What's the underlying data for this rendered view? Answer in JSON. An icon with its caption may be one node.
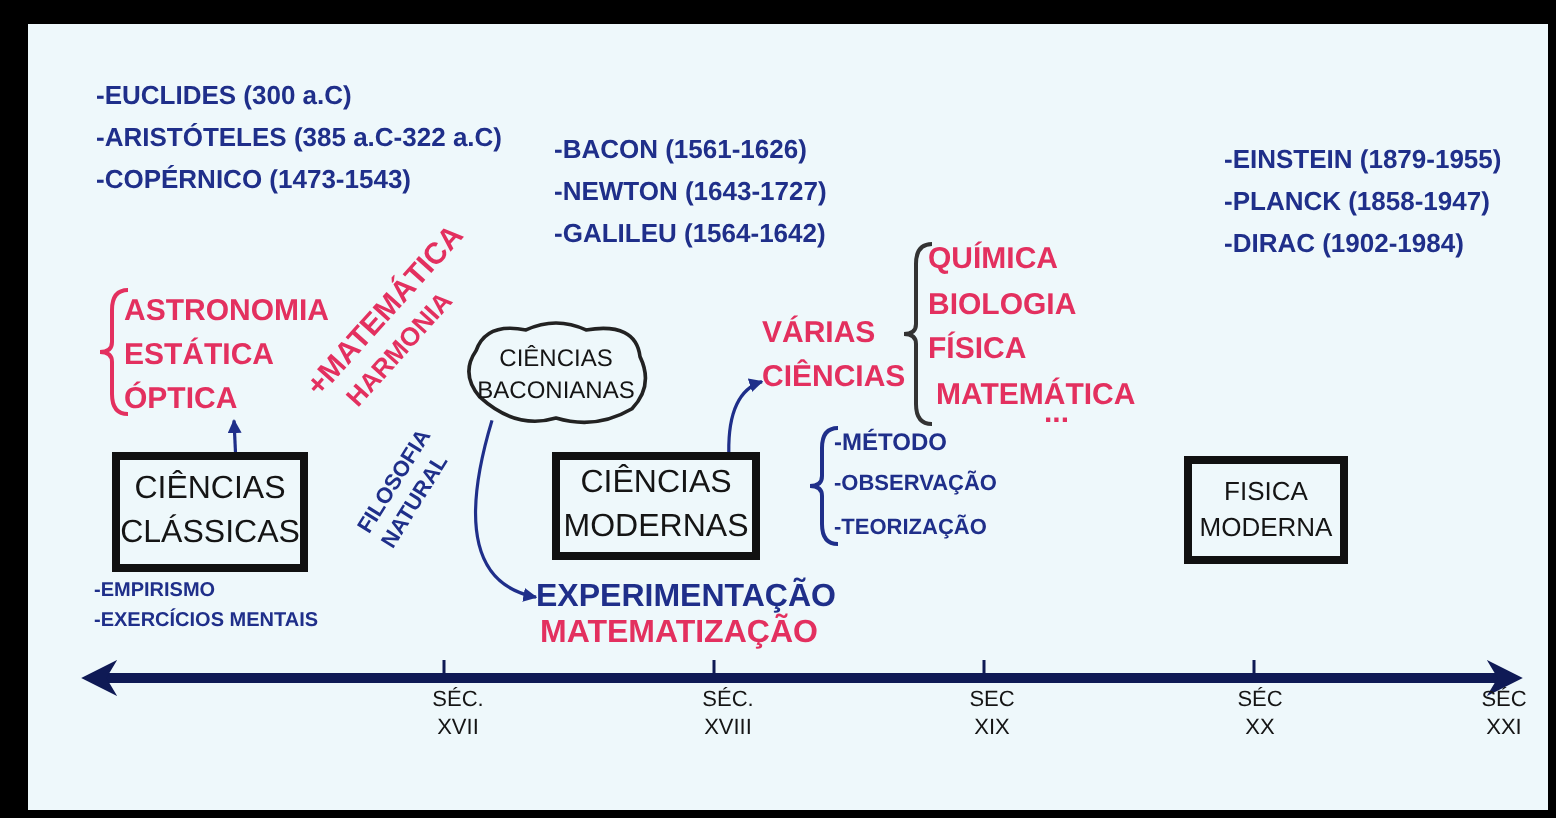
{
  "diagram": {
    "nodes": [
      {
        "text": [
          "CIÊNCIAS CLÁSSICAS"
        ]
      },
      {
        "text": [
          "ASTRONOMIA",
          "ESTÁTICA",
          "ÓPTICA"
        ]
      },
      {
        "text": [
          "CIÊNCIAS BACONIANAS"
        ]
      },
      {
        "text": [
          "EXPERIMENTAÇÃO"
        ]
      },
      {
        "text": [
          "CIÊNCIAS MODERNAS"
        ]
      },
      {
        "text": [
          "VÁRIAS CIÊNCIAS"
        ]
      },
      {
        "text": [
          "FISICA MODERNA"
        ]
      }
    ],
    "edges": [
      {
        "from": 0,
        "to": 1,
        "arrow": "to"
      },
      {
        "from": 2,
        "to": 3,
        "arrow": "to"
      },
      {
        "from": 4,
        "to": 5,
        "arrow": "to"
      }
    ],
    "labels": [
      "-EUCLIDES (300 a.C)",
      "-ARISTÓTELES (385 a.C-322 a.C)",
      "-COPÉRNICO (1473-1543)",
      "-BACON (1561-1626)",
      "-NEWTON (1643-1727)",
      "-GALILEU (1564-1642)",
      "-EINSTEIN (1879-1955)",
      "-PLANCK (1858-1947)",
      "-DIRAC (1902-1984)",
      "+MATEMÁTICA",
      "HARMONIA",
      "QUÍMICA",
      "BIOLOGIA",
      "FÍSICA",
      "MATEMÁTICA",
      "...",
      "FILOSOFIA NATURAL",
      "-MÉTODO",
      "-OBSERVAÇÃO",
      "-TEORIZAÇÃO",
      "-EMPIRISMO",
      "-EXERCÍCIOS MENTAIS",
      "MATEMATIZAÇÃO",
      "SÉC. XVII",
      "SÉC. XVIII",
      "SEC XIX",
      "SÉC XX",
      "SÉC XXI"
    ]
  }
}
